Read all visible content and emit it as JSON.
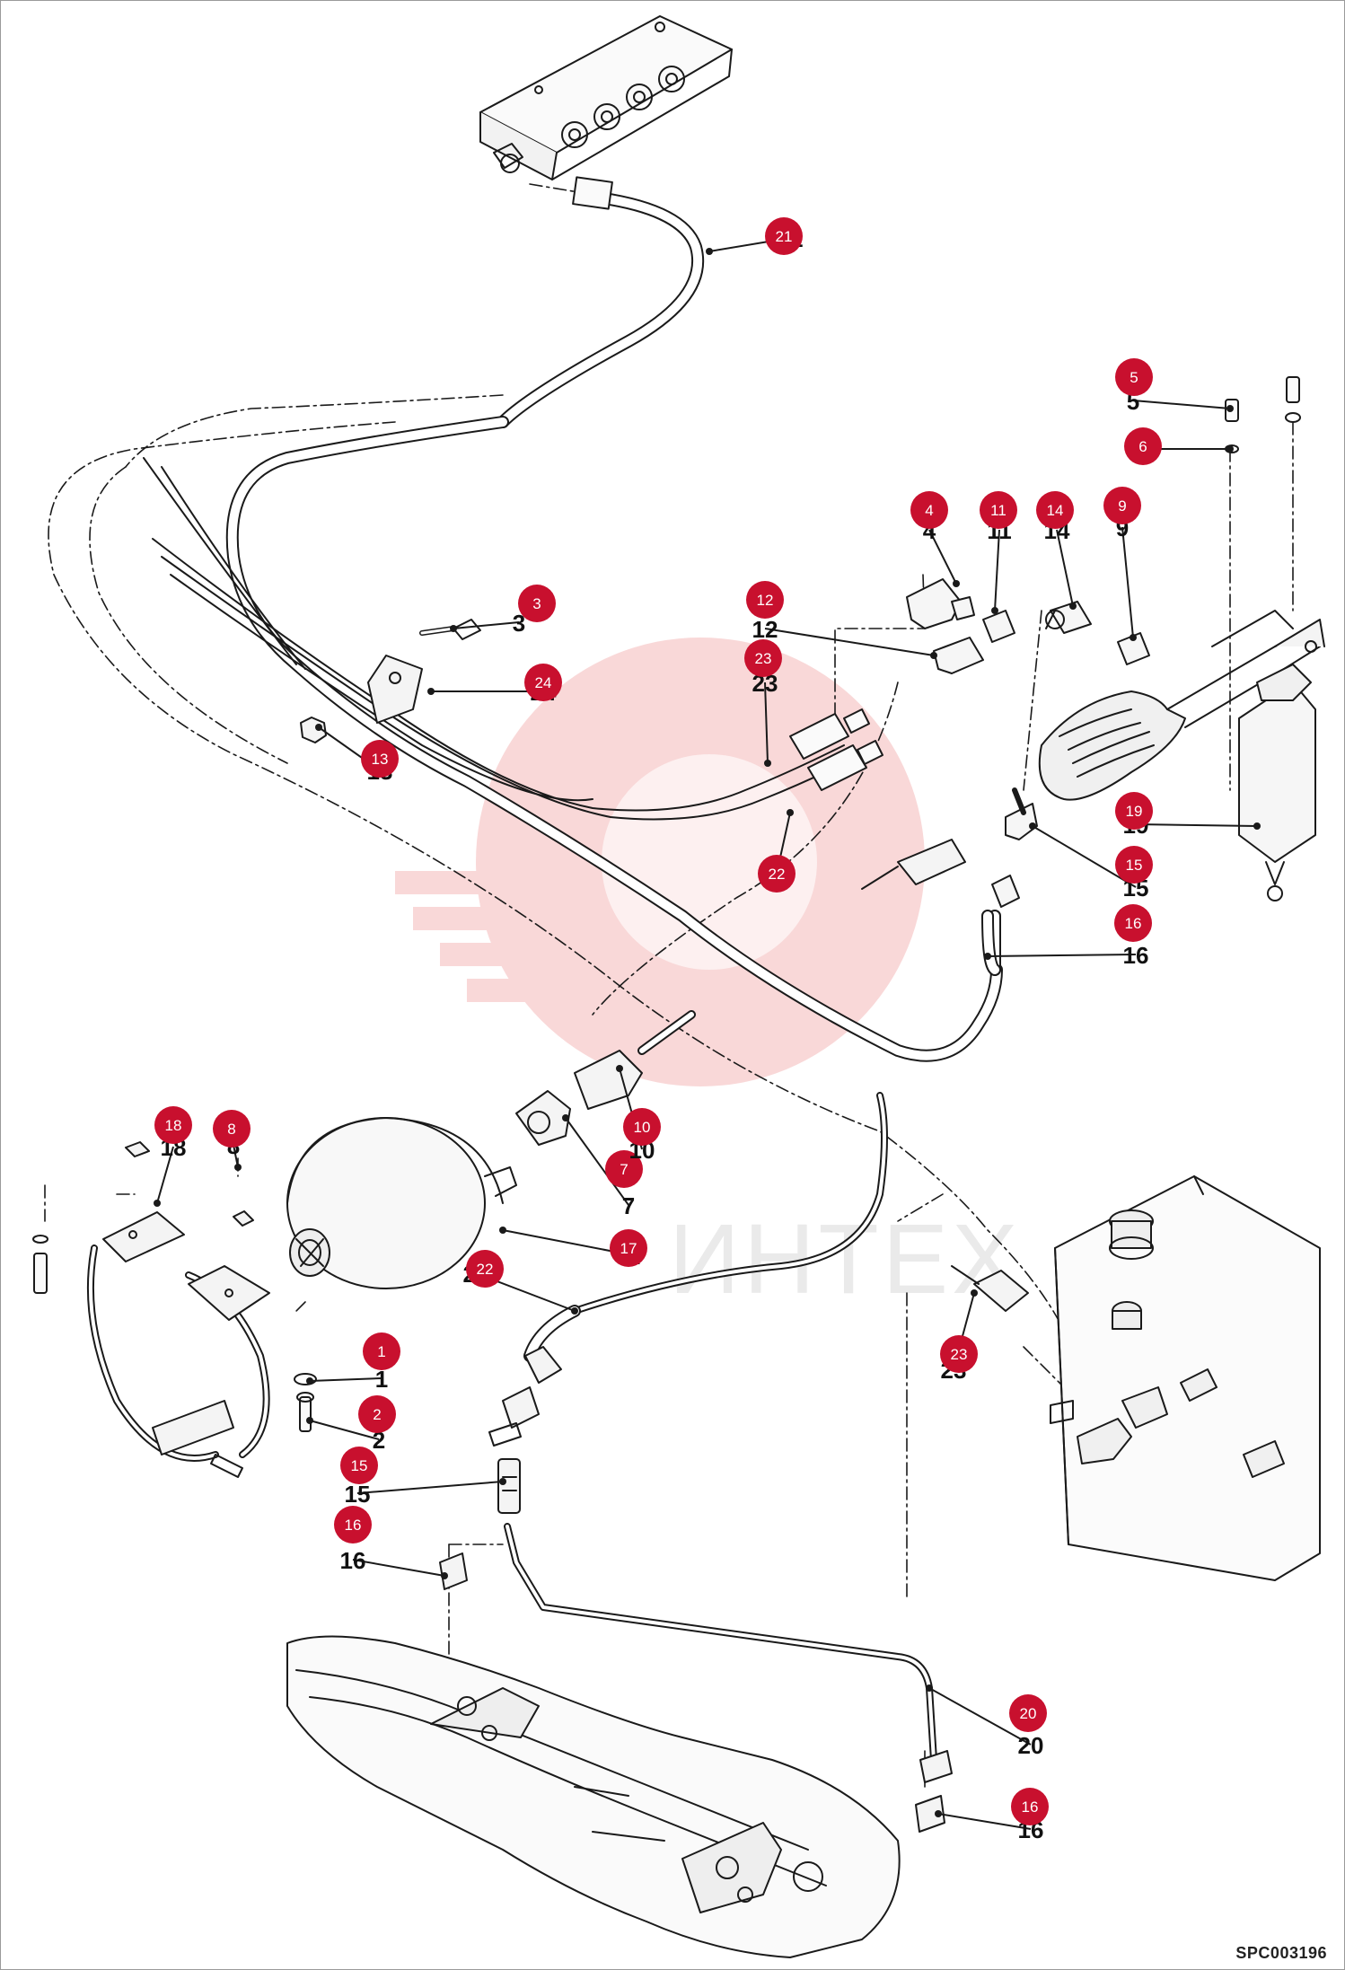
{
  "document": {
    "reference_code": "SPC003196",
    "watermark_text": "ИНТЕХ"
  },
  "colors": {
    "callout_fill": "#c8102e",
    "callout_text": "#ffffff",
    "line_art": "#1a1a1a",
    "watermark": "#f4b8b8"
  },
  "callouts": [
    {
      "number": "1",
      "label": "1"
    },
    {
      "number": "2",
      "label": "2"
    },
    {
      "number": "3",
      "label": "3"
    },
    {
      "number": "4",
      "label": "4"
    },
    {
      "number": "5",
      "label": "5"
    },
    {
      "number": "6",
      "label": "6"
    },
    {
      "number": "7",
      "label": "7"
    },
    {
      "number": "8",
      "label": "8"
    },
    {
      "number": "9",
      "label": "9"
    },
    {
      "number": "10",
      "label": "10"
    },
    {
      "number": "11",
      "label": "11"
    },
    {
      "number": "12",
      "label": "12"
    },
    {
      "number": "13",
      "label": "13"
    },
    {
      "number": "14",
      "label": "14"
    },
    {
      "number": "15",
      "label": "15"
    },
    {
      "number": "15",
      "label": "15"
    },
    {
      "number": "16",
      "label": "16"
    },
    {
      "number": "16",
      "label": "16"
    },
    {
      "number": "16",
      "label": "16"
    },
    {
      "number": "17",
      "label": "17"
    },
    {
      "number": "18",
      "label": "18"
    },
    {
      "number": "19",
      "label": "19"
    },
    {
      "number": "20",
      "label": "20"
    },
    {
      "number": "21",
      "label": "21"
    },
    {
      "number": "22",
      "label": "22"
    },
    {
      "number": "22",
      "label": "22"
    },
    {
      "number": "23",
      "label": "23"
    },
    {
      "number": "23",
      "label": "23"
    },
    {
      "number": "24",
      "label": "24"
    }
  ]
}
